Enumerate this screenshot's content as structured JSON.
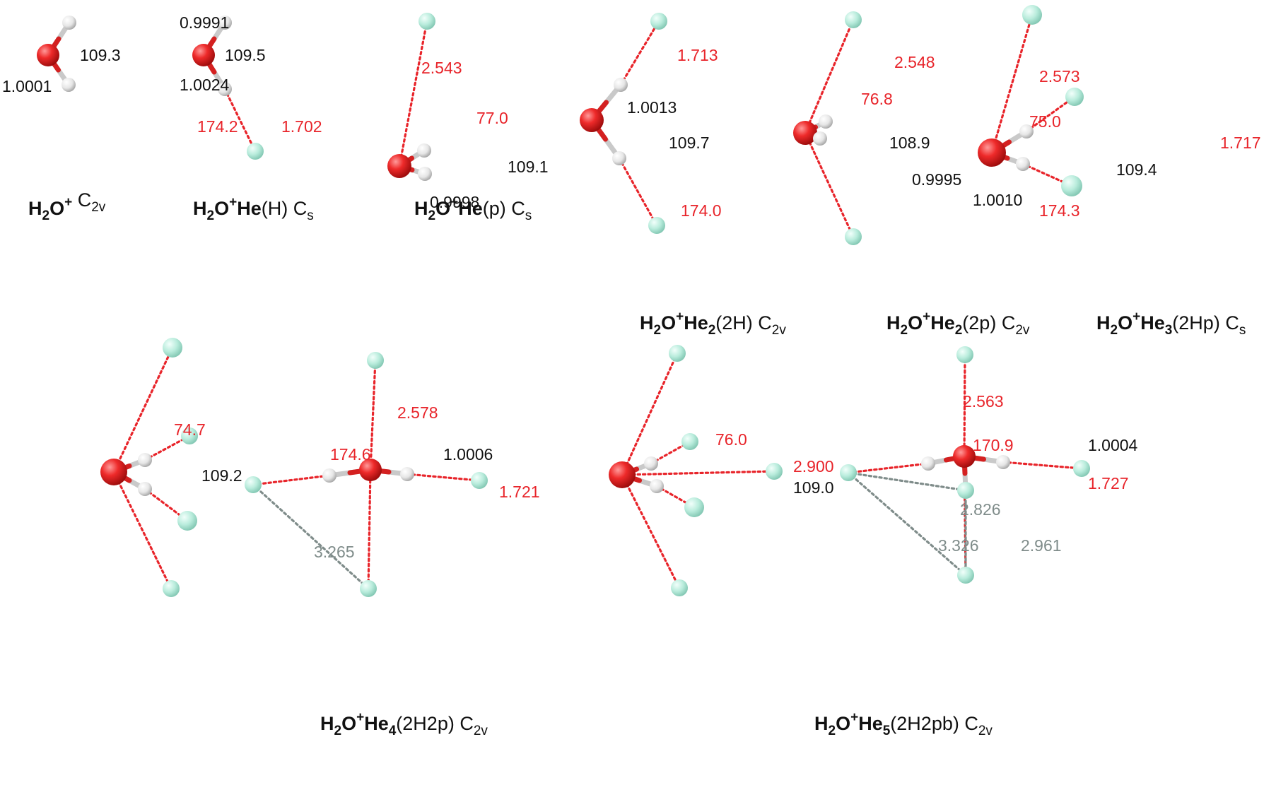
{
  "colors": {
    "oxygen": "#e8242a",
    "hydrogen": "#ececec",
    "helium": "#b8ecdc",
    "contact_line": "#e8242a",
    "he_he_line": "#7f8c8a",
    "bond": "#cccccc"
  },
  "molecules": [
    {
      "id": "h2o-plus",
      "caption": {
        "bold": "H2O",
        "sup": "+",
        "sub": "",
        "paren": "",
        "group": "C",
        "group_sub": "2v"
      },
      "labels": [
        {
          "text": "109.3",
          "color": "dark"
        },
        {
          "text": "1.0001",
          "color": "dark"
        }
      ]
    },
    {
      "id": "h2o-plus-he-h",
      "caption": {
        "bold": "H2O",
        "sup": "+",
        "bold2": "He",
        "sub": "",
        "paren": "(H)",
        "group": "C",
        "group_sub": "s"
      },
      "labels": [
        {
          "text": "0.9991",
          "color": "dark"
        },
        {
          "text": "109.5",
          "color": "dark"
        },
        {
          "text": "1.0024",
          "color": "dark"
        },
        {
          "text": "174.2",
          "color": "red"
        },
        {
          "text": "1.702",
          "color": "red"
        }
      ]
    },
    {
      "id": "h2o-plus-he-p",
      "caption": {
        "bold": "H2O",
        "sup": "+",
        "bold2": "He",
        "sub": "",
        "paren": "(p)",
        "group": "C",
        "group_sub": "s"
      },
      "labels": [
        {
          "text": "2.543",
          "color": "red"
        },
        {
          "text": "77.0",
          "color": "red"
        },
        {
          "text": "109.1",
          "color": "dark"
        },
        {
          "text": "0.9998",
          "color": "dark"
        }
      ]
    },
    {
      "id": "h2o-plus-he2-2h",
      "caption": {
        "bold": "H2O",
        "sup": "+",
        "bold2": "He",
        "sub": "2",
        "paren": "(2H)",
        "group": "C",
        "group_sub": "2v"
      },
      "labels": [
        {
          "text": "1.713",
          "color": "red"
        },
        {
          "text": "1.0013",
          "color": "dark"
        },
        {
          "text": "109.7",
          "color": "dark"
        },
        {
          "text": "174.0",
          "color": "red"
        }
      ]
    },
    {
      "id": "h2o-plus-he2-2p",
      "caption": {
        "bold": "H2O",
        "sup": "+",
        "bold2": "He",
        "sub": "2",
        "paren": "(2p)",
        "group": "C",
        "group_sub": "2v"
      },
      "labels": [
        {
          "text": "2.548",
          "color": "red"
        },
        {
          "text": "76.8",
          "color": "red"
        },
        {
          "text": "108.9",
          "color": "dark"
        },
        {
          "text": "0.9995",
          "color": "dark"
        }
      ]
    },
    {
      "id": "h2o-plus-he3-2hp",
      "caption": {
        "bold": "H2O",
        "sup": "+",
        "bold2": "He",
        "sub": "3",
        "paren": "(2Hp)",
        "group": "C",
        "group_sub": "s"
      },
      "labels": [
        {
          "text": "2.573",
          "color": "red"
        },
        {
          "text": "75.0",
          "color": "red"
        },
        {
          "text": "1.717",
          "color": "red"
        },
        {
          "text": "109.4",
          "color": "dark"
        },
        {
          "text": "1.0010",
          "color": "dark"
        },
        {
          "text": "174.3",
          "color": "red"
        }
      ]
    },
    {
      "id": "h2o-plus-he4-2h2p",
      "caption": {
        "bold": "H2O",
        "sup": "+",
        "bold2": "He",
        "sub": "4",
        "paren": "(2H2p)",
        "group": "C",
        "group_sub": "2v"
      },
      "labels": [
        {
          "text": "74.7",
          "color": "red"
        },
        {
          "text": "109.2",
          "color": "dark"
        },
        {
          "text": "2.578",
          "color": "red"
        },
        {
          "text": "174.6",
          "color": "red"
        },
        {
          "text": "1.0006",
          "color": "dark"
        },
        {
          "text": "1.721",
          "color": "red"
        },
        {
          "text": "3.265",
          "color": "grey"
        }
      ]
    },
    {
      "id": "h2o-plus-he5-2h2pb",
      "caption": {
        "bold": "H2O",
        "sup": "+",
        "bold2": "He",
        "sub": "5",
        "paren": "(2H2pb)",
        "group": "C",
        "group_sub": "2v"
      },
      "labels": [
        {
          "text": "76.0",
          "color": "red"
        },
        {
          "text": "2.900",
          "color": "red"
        },
        {
          "text": "109.0",
          "color": "dark"
        },
        {
          "text": "2.563",
          "color": "red"
        },
        {
          "text": "170.9",
          "color": "red"
        },
        {
          "text": "1.0004",
          "color": "dark"
        },
        {
          "text": "1.727",
          "color": "red"
        },
        {
          "text": "2.826",
          "color": "grey"
        },
        {
          "text": "3.326",
          "color": "grey"
        },
        {
          "text": "2.961",
          "color": "grey"
        }
      ]
    }
  ]
}
